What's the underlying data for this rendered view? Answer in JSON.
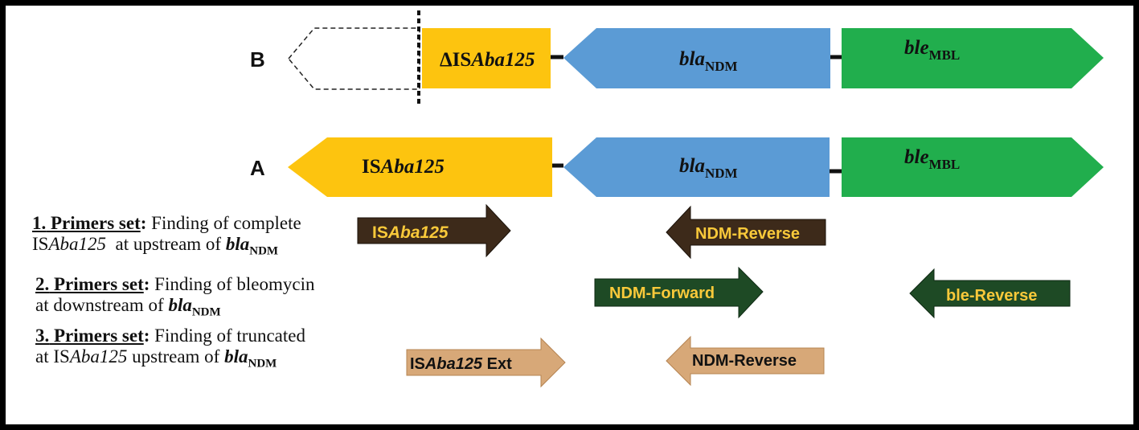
{
  "colors": {
    "insertion": "#FDC40F",
    "bla": "#5B9BD5",
    "ble": "#21AE4D",
    "primer_dark_brown": "#3D2A1A",
    "primer_dark_green": "#1E4A25",
    "primer_light_brown": "#D7A878",
    "text_yellow": "#F9C93A"
  },
  "rows": {
    "b": {
      "label": "B",
      "truncated_prefix": "ΔIS",
      "truncated_name": "Aba125",
      "bla_main": "bla",
      "bla_sub": "NDM",
      "ble_main": "ble",
      "ble_sub": "MBL"
    },
    "a": {
      "label": "A",
      "is_prefix": "IS",
      "is_name": "Aba125",
      "bla_main": "bla",
      "bla_sub": "NDM",
      "ble_main": "ble",
      "ble_sub": "MBL"
    }
  },
  "primer_sets": [
    {
      "number": "1.",
      "heading": "Primers set",
      "line1": "Finding of complete",
      "line2_prefix": "IS",
      "line2_italic": "Aba125",
      "line2_mid": "  at upstream of ",
      "gene_main": "bla",
      "gene_sub": "NDM"
    },
    {
      "number": "2.",
      "heading": "Primers set",
      "line1": "Finding of bleomycin",
      "line2_mid": "at downstream of ",
      "gene_main": "bla",
      "gene_sub": "NDM"
    },
    {
      "number": "3.",
      "heading": "Primers set",
      "line1": "Finding of truncated",
      "line2_prefix": "at IS",
      "line2_italic": "Aba125",
      "line2_mid": " upstream of ",
      "gene_main": "bla",
      "gene_sub": "NDM"
    }
  ],
  "primers": {
    "isaba_fwd": {
      "prefix": "IS",
      "name": "Aba125"
    },
    "ndm_rev_1": "NDM-Reverse",
    "ndm_fwd": "NDM-Forward",
    "ble_rev": "ble-Reverse",
    "isaba_ext": {
      "prefix": "IS",
      "name": "Aba125",
      "suffix": " Ext"
    },
    "ndm_rev_3": "NDM-Reverse"
  }
}
